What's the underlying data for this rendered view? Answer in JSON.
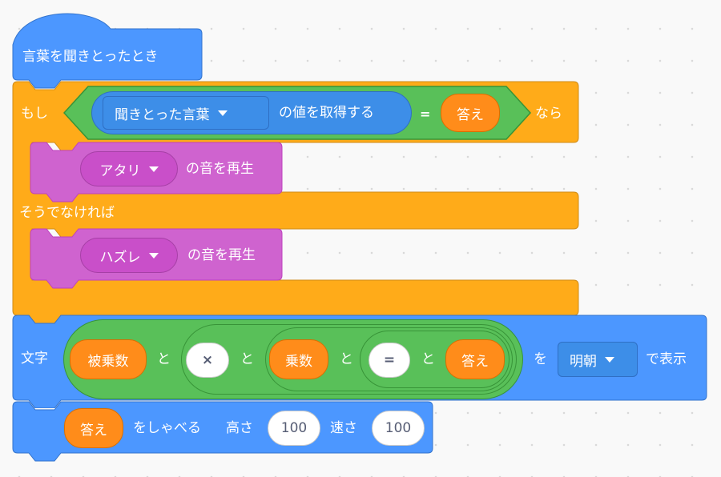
{
  "colors": {
    "event": "#4c97ff",
    "control": "#ffab19",
    "sound": "#cf63cf",
    "operator": "#59c059",
    "reporter": "#ff8c1a"
  },
  "hat_block": {
    "label": "言葉を聞きとったとき"
  },
  "if_block": {
    "if_label": "もし",
    "then_label": "なら",
    "else_label": "そうでなければ",
    "condition": {
      "equals_symbol": "=",
      "left_reporter": {
        "dropdown_value": "聞きとった言葉",
        "suffix": "の値を取得する"
      },
      "right_reporter": "答え"
    }
  },
  "then_sound": {
    "dropdown_value": "アタリ",
    "suffix": "の音を再生"
  },
  "else_sound": {
    "dropdown_value": "ハズレ",
    "suffix": "の音を再生"
  },
  "text_block": {
    "label": "文字",
    "join_word": "と",
    "items": [
      "被乗数",
      "×",
      "乗数",
      "=",
      "答え"
    ],
    "wo_label": "を",
    "font_value": "明朝",
    "suffix": "で表示"
  },
  "speak_block": {
    "answer": "答え",
    "speak_label": "をしゃべる",
    "pitch_label": "高さ",
    "pitch_value": "100",
    "speed_label": "速さ",
    "speed_value": "100"
  }
}
